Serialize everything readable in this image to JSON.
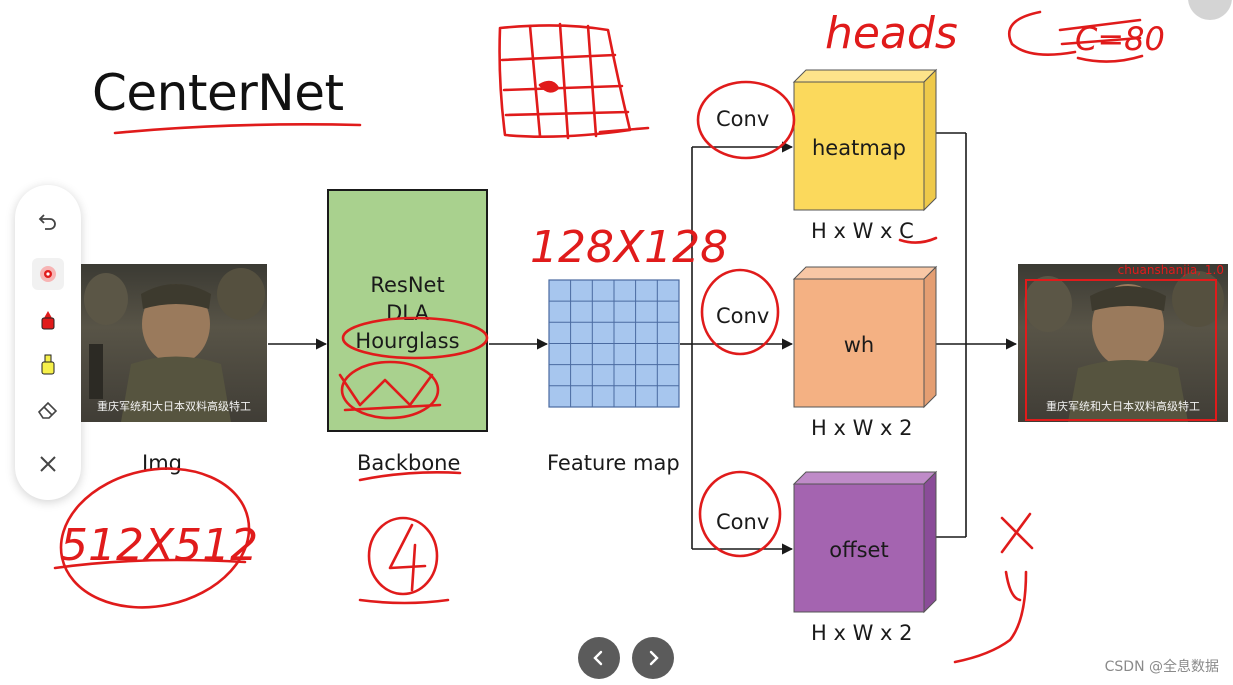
{
  "slide": {
    "title": "CenterNet",
    "img_label": "Img",
    "backbone": {
      "lines": [
        "ResNet",
        "DLA",
        "Hourglass"
      ],
      "label": "Backbone"
    },
    "feature_map_label": "Feature map",
    "conv_label": "Conv",
    "heads": [
      {
        "name": "heatmap",
        "dims": "H x W x C",
        "front": "#fbd95c",
        "top": "#fde38a",
        "side": "#eec94a"
      },
      {
        "name": "wh",
        "dims": "H x W x 2",
        "front": "#f4b183",
        "top": "#f8c7a5",
        "side": "#e49e72"
      },
      {
        "name": "offset",
        "dims": "H x W x 2",
        "front": "#a464b0",
        "top": "#bf8bc8",
        "side": "#8a4c98"
      }
    ],
    "input_subtitle": "重庆军统和大日本双料高级特工",
    "output_subtitle": "重庆军统和大日本双料高级特工",
    "detection_label": "chuanshanjia, 1.0"
  },
  "annotations": {
    "heads": "heads",
    "c80": "C=80",
    "size_128": "128X128",
    "size_512": "512X512",
    "circled_4": "4",
    "x": "x",
    "y": "y"
  },
  "toolbar": {
    "tools": [
      "undo-icon",
      "laser-pointer-icon",
      "pen-icon",
      "highlighter-icon",
      "eraser-icon",
      "close-icon"
    ]
  },
  "footer": {
    "watermark": "CSDN @全息数据"
  },
  "colors": {
    "ink": "#e01b1b",
    "backbone": "#a9d18e",
    "grid": "#a7c6ee"
  }
}
